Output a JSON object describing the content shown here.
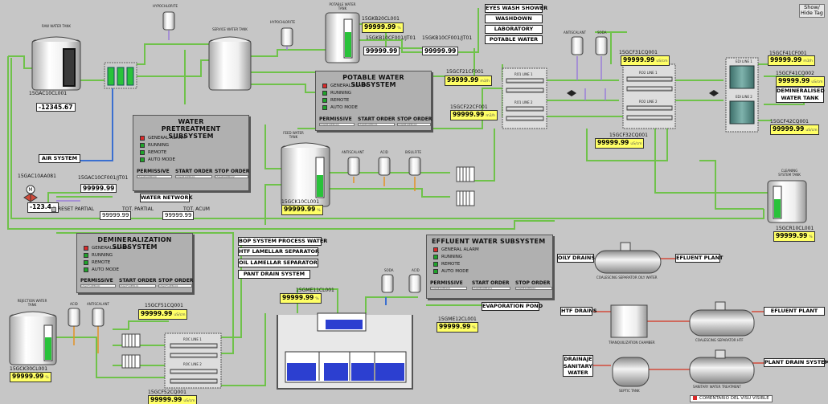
{
  "show_hide_tag": "Show/\nHide Tag",
  "labels": {
    "hypochlorite_1": "HYPOCHLORITE",
    "hypochlorite_2": "HYPOCHLORITE",
    "potable_tank": "POTABLE WATER TANK",
    "raw_tank": "RAW WATER TANK",
    "service_tank": "SERVICE WATER TANK",
    "antiscalant_1": "ANTISCALANT",
    "soda_1": "SODA",
    "feed_tank": "FEED WATER TANK",
    "antiscalant_2": "ANTISCALANT",
    "acid_1": "ACID",
    "bisulfite": "BISULFITE",
    "ro1_line1": "RO1 LINE 1",
    "ro1_line2": "RO1 LINE 2",
    "ro2_line1": "RO2 LINE 1",
    "ro2_line2": "RO2 LINE 2",
    "edi_line1": "EDI LINE 1",
    "edi_line2": "EDI LINE 2",
    "cleaning_tank": "CLEANING SYSTEM TANK",
    "rejection_tank": "REJECTION WATER TANK",
    "acid_2": "ACID",
    "antiscalant_3": "ANTISCALANT",
    "roc_line1": "ROC LINE 1",
    "roc_line2": "ROC LINE 2",
    "soda_2": "SODA",
    "acid_3": "ACID",
    "coalescing_oily": "COALESCING SEPARATOR OILY WATER",
    "tranq_chamber": "TRANQUILIZATION CHAMBER",
    "coalescing_htf": "COALESCING SEPARATOR HTF",
    "septic_tank": "SEPTIC TANK",
    "sanitary_treatment": "SANITARY WATER TREATMENT"
  },
  "nav_buttons": [
    "EYES WASH SHOWER",
    "WASHDOWN",
    "LABORATORY",
    "POTABLE WATER"
  ],
  "destinations": {
    "air_system": "AIR SYSTEM",
    "water_network": "WATER NETWORK",
    "demineralised_tank": "DEMINERALISED\nWATER TANK",
    "bop_process": "BOP SYSTEM PROCESS WATER",
    "htf_lamellar": "HTF LAMELLAR SEPARATOR",
    "oil_lamellar": "OIL LAMELLAR SEPARATOR",
    "pant_drain": "PANT DRAIN SYSTEM",
    "evaporation_pond": "EVAPORATION POND",
    "oily_drains": "OILY DRAINS",
    "efluent_plant_1": "EFLUENT PLANT",
    "htf_drains": "HTF DRAINS",
    "efluent_plant_2": "EFLUENT PLANT",
    "drainaje_sanitary": "DRAINAJE\nSANITARY\nWATER",
    "plant_drain": "PLANT DRAIN SYSTEM"
  },
  "tags": {
    "t_10ac10cl001": "15GAC10CL001",
    "t_10kb20cl001": "15GKB20CL001",
    "t_kb10cf001": "15GKB10CF001/JT01",
    "t_kb10cf001b": "15GKB10CF001/JT01",
    "t_10ac10aa081": "15GAC10AA081",
    "t_ac10cf001": "15GAC10CF001/JT01",
    "t_cf21cf001": "15GCF21CF001",
    "t_cf22cf001": "15GCF22CF001",
    "t_cf31cq001": "15GCF31CQ001",
    "t_cf32cq001": "15GCF32CQ001",
    "t_cf41cf001": "15GCF41CF001",
    "t_cf41cq002": "15GCF41CQ002",
    "t_cf42cq001": "15GCF42CQ001",
    "t_ck10cl001": "15GCK10CL001",
    "t_cr10cl001": "15GCR10CL001",
    "t_me11cl001": "15GME11CL001",
    "t_me12cl001": "15GME12CL001",
    "t_cf51cq001": "15GCF51CQ001",
    "t_ck30cl001": "15GCK30CL001",
    "t_cf52cq001": "15GCF52CQ001",
    "reset_partial": "RESET PARTIAL",
    "tot_partial": "TOT. PARTIAL",
    "tot_acum": "TOT. ACUM"
  },
  "values": {
    "raw_tank_level": "-12345.67",
    "potable_level": "99999.99",
    "kb_flow_1": "99999.99",
    "kb_flow_2": "99999.99",
    "valve_pos": "-123.4",
    "ac_flow": "99999.99",
    "tot_partial": "99999.99",
    "tot_acum": "99999.99",
    "cf21_flow": "99999.99",
    "cf22_flow": "99999.99",
    "cf31": "99999.99",
    "cf32": "99999.99",
    "cf41_flow": "99999.99",
    "cf41_q2": "99999.99",
    "cf42": "99999.99",
    "feed_level": "99999.99",
    "cleaning_level": "99999.99",
    "me11": "99999.99",
    "me12": "99999.99",
    "cf51": "99999.99",
    "rejection_level": "99999.99",
    "cf52": "99999.99"
  },
  "units": {
    "pct": "%",
    "flow": "m3/h",
    "cond": "uS/cm",
    "deg": "%"
  },
  "panels": {
    "pretreatment": {
      "title": "WATER\nPRETREATMENT SUBSYSTEM",
      "signals": [
        "GENERAL ALARM",
        "RUNNING",
        "REMOTE",
        "AUTO MODE"
      ],
      "buttons": [
        "PERMISSIVE",
        "START ORDER",
        "STOP ORDER"
      ],
      "btn_tags": [
        "15GAB10EB100",
        "15GAB10EB101",
        "15GAB10EB102"
      ]
    },
    "potable": {
      "title": "POTABLE WATER SUBSYSTEM",
      "signals": [
        "GENERAL ALARM",
        "RUNNING",
        "REMOTE",
        "AUTO MODE"
      ],
      "buttons": [
        "PERMISSIVE",
        "START ORDER",
        "STOP ORDER"
      ],
      "btn_tags": [
        "15GKB10EB100",
        "15GKB10EB101",
        "15GKB10EB102"
      ]
    },
    "demineralization": {
      "title": "DEMINERALIZATION SUBSYSTEM",
      "signals": [
        "GENERAL ALARM",
        "RUNNING",
        "REMOTE",
        "AUTO MODE"
      ],
      "buttons": [
        "PERMISSIVE",
        "START ORDER",
        "STOP ORDER"
      ],
      "btn_tags": [
        "15GCF10EB100",
        "15GCF10EB101",
        "15GCF10EB102"
      ]
    },
    "effluent": {
      "title": "EFFLUENT WATER SUBSYSTEM",
      "signals": [
        "GENERAL ALARM",
        "RUNNING",
        "REMOTE",
        "AUTO MODE"
      ],
      "buttons": [
        "PERMISSIVE",
        "START ORDER",
        "STOP ORDER"
      ],
      "btn_tags": [
        "15GME10EB100",
        "15GME10EB101",
        "15GME10EB102"
      ]
    }
  },
  "comment": "COMENTARIO DEL VISU VISIBLE",
  "colors": {
    "pipe_green": "#6fc24a",
    "pipe_blue": "#3a6fd0",
    "pipe_orange": "#e49224",
    "pipe_purple": "#9a7fd8",
    "pipe_red": "#d24a3a",
    "value_bg": "#ffff66",
    "alarm": "#d92a2a",
    "ok": "#1fa32a"
  }
}
